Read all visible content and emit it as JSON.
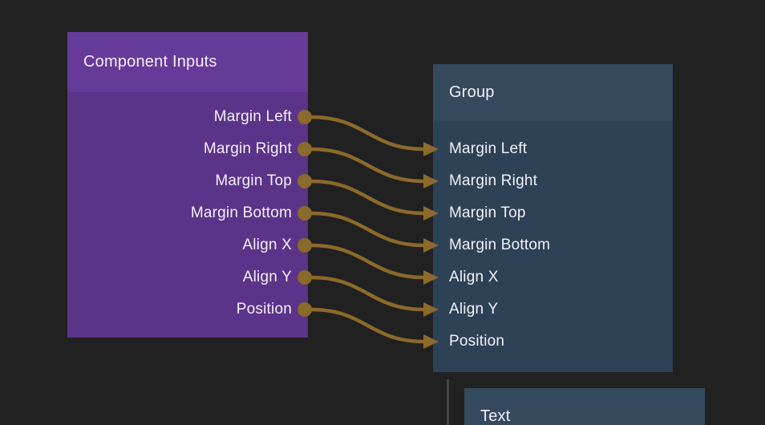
{
  "canvas": {
    "background": "#212121",
    "wire_color": "#8b6a2b",
    "stub_line_color": "#4a4a4a"
  },
  "nodes": {
    "component_inputs": {
      "title": "Component Inputs",
      "header_color": "#663a99",
      "body_color": "#5b3389",
      "ports": [
        {
          "label": "Margin Left",
          "direction": "output"
        },
        {
          "label": "Margin Right",
          "direction": "output"
        },
        {
          "label": "Margin Top",
          "direction": "output"
        },
        {
          "label": "Margin Bottom",
          "direction": "output"
        },
        {
          "label": "Align X",
          "direction": "output"
        },
        {
          "label": "Align Y",
          "direction": "output"
        },
        {
          "label": "Position",
          "direction": "output"
        }
      ]
    },
    "group": {
      "title": "Group",
      "header_color": "#35495f",
      "body_color": "#2e4257",
      "ports": [
        {
          "label": "Margin Left",
          "direction": "input"
        },
        {
          "label": "Margin Right",
          "direction": "input"
        },
        {
          "label": "Margin Top",
          "direction": "input"
        },
        {
          "label": "Margin Bottom",
          "direction": "input"
        },
        {
          "label": "Align X",
          "direction": "input"
        },
        {
          "label": "Align Y",
          "direction": "input"
        },
        {
          "label": "Position",
          "direction": "input"
        }
      ]
    },
    "text": {
      "title": "Text",
      "header_color": "#35495f"
    }
  },
  "connections": [
    {
      "from": "Margin Left",
      "to": "Margin Left",
      "from_index": 0,
      "to_index": 0
    },
    {
      "from": "Margin Right",
      "to": "Margin Right",
      "from_index": 1,
      "to_index": 1
    },
    {
      "from": "Margin Top",
      "to": "Margin Top",
      "from_index": 2,
      "to_index": 2
    },
    {
      "from": "Margin Bottom",
      "to": "Margin Bottom",
      "from_index": 3,
      "to_index": 3
    },
    {
      "from": "Align X",
      "to": "Align X",
      "from_index": 4,
      "to_index": 4
    },
    {
      "from": "Align Y",
      "to": "Align Y",
      "from_index": 5,
      "to_index": 5
    },
    {
      "from": "Position",
      "to": "Position",
      "from_index": 6,
      "to_index": 6
    }
  ]
}
